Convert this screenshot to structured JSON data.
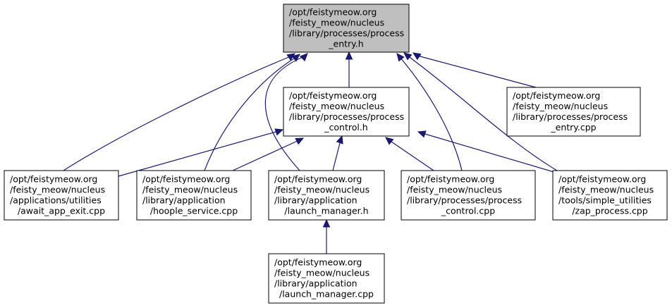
{
  "colors": {
    "edge": "#191970",
    "highlight_fill": "#bfbfbf",
    "node_fill": "#ffffff",
    "border": "#000000"
  },
  "nodes": [
    {
      "id": "process_entry_h",
      "lines": [
        "/opt/feistymeow.org",
        "/feisty_meow/nucleus",
        "/library/processes/process",
        "_entry.h"
      ],
      "highlighted": true
    },
    {
      "id": "process_control_h",
      "lines": [
        "/opt/feistymeow.org",
        "/feisty_meow/nucleus",
        "/library/processes/process",
        "_control.h"
      ],
      "highlighted": false
    },
    {
      "id": "process_entry_cpp",
      "lines": [
        "/opt/feistymeow.org",
        "/feisty_meow/nucleus",
        "/library/processes/process",
        "_entry.cpp"
      ],
      "highlighted": false
    },
    {
      "id": "await_app_exit_cpp",
      "lines": [
        "/opt/feistymeow.org",
        "/feisty_meow/nucleus",
        "/applications/utilities",
        "/await_app_exit.cpp"
      ],
      "highlighted": false
    },
    {
      "id": "hoople_service_cpp",
      "lines": [
        "/opt/feistymeow.org",
        "/feisty_meow/nucleus",
        "/library/application",
        "/hoople_service.cpp"
      ],
      "highlighted": false
    },
    {
      "id": "launch_manager_h",
      "lines": [
        "/opt/feistymeow.org",
        "/feisty_meow/nucleus",
        "/library/application",
        "/launch_manager.h"
      ],
      "highlighted": false
    },
    {
      "id": "process_control_cpp",
      "lines": [
        "/opt/feistymeow.org",
        "/feisty_meow/nucleus",
        "/library/processes/process",
        "_control.cpp"
      ],
      "highlighted": false
    },
    {
      "id": "zap_process_cpp",
      "lines": [
        "/opt/feistymeow.org",
        "/feisty_meow/nucleus",
        "/tools/simple_utilities",
        "/zap_process.cpp"
      ],
      "highlighted": false
    },
    {
      "id": "launch_manager_cpp",
      "lines": [
        "/opt/feistymeow.org",
        "/feisty_meow/nucleus",
        "/library/application",
        "/launch_manager.cpp"
      ],
      "highlighted": false
    }
  ],
  "edges": [
    {
      "from": "process_control_h",
      "to": "process_entry_h"
    },
    {
      "from": "process_entry_cpp",
      "to": "process_entry_h"
    },
    {
      "from": "await_app_exit_cpp",
      "to": "process_entry_h"
    },
    {
      "from": "hoople_service_cpp",
      "to": "process_entry_h"
    },
    {
      "from": "launch_manager_h",
      "to": "process_entry_h"
    },
    {
      "from": "process_control_cpp",
      "to": "process_entry_h"
    },
    {
      "from": "zap_process_cpp",
      "to": "process_entry_h"
    },
    {
      "from": "await_app_exit_cpp",
      "to": "process_control_h"
    },
    {
      "from": "hoople_service_cpp",
      "to": "process_control_h"
    },
    {
      "from": "launch_manager_h",
      "to": "process_control_h"
    },
    {
      "from": "process_control_cpp",
      "to": "process_control_h"
    },
    {
      "from": "zap_process_cpp",
      "to": "process_control_h"
    },
    {
      "from": "launch_manager_cpp",
      "to": "launch_manager_h"
    }
  ]
}
